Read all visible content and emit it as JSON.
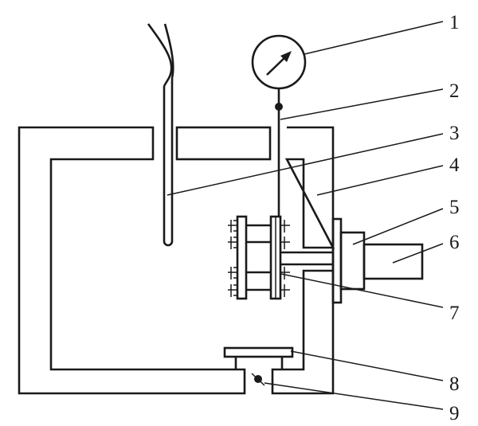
{
  "diagram": {
    "labels": [
      "1",
      "2",
      "3",
      "4",
      "5",
      "6",
      "7",
      "8",
      "9"
    ],
    "line_color": "#1a1a1a",
    "background": "#ffffff"
  }
}
